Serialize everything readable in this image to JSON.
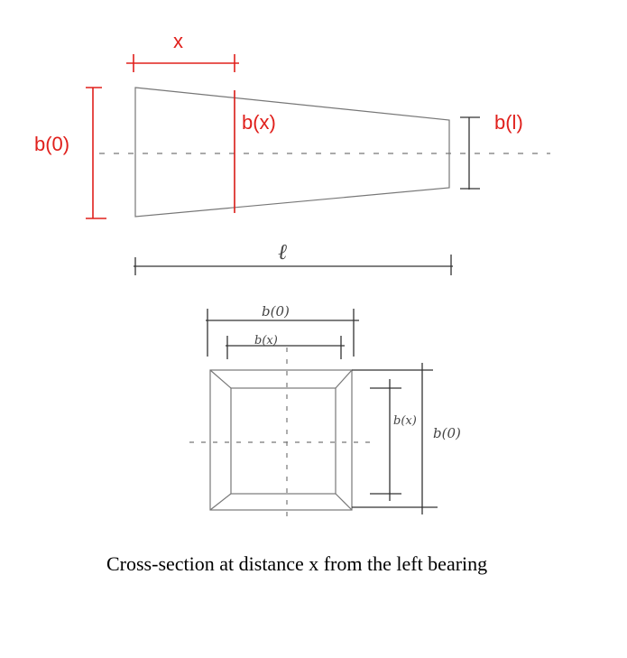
{
  "elevation": {
    "x_label": "x",
    "b0_label": "b(0)",
    "bx_label": "b(x)",
    "bl_label": "b(l)",
    "length_label": "ℓ"
  },
  "cross_section": {
    "top_outer_label": "b(0)",
    "top_inner_label": "b(x)",
    "right_inner_label": "b(x)",
    "right_outer_label": "b(0)"
  },
  "caption": "Cross-section at distance x from the left bearing"
}
